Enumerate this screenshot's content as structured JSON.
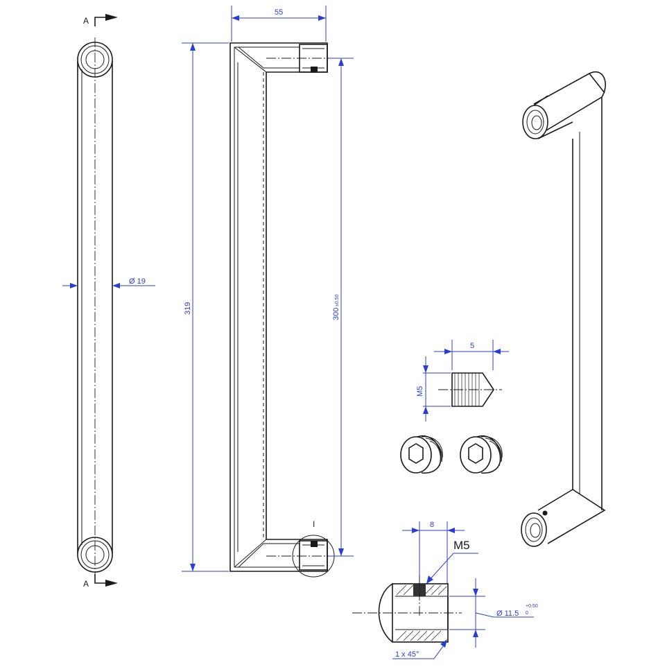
{
  "section": {
    "letter_top": "A",
    "letter_bottom": "A"
  },
  "dimensions": {
    "diameter_tube": "Ø 19",
    "width": "55",
    "overall_length": "319",
    "center_distance": "300",
    "center_tolerance": "±0.50",
    "screw_length": "5",
    "screw_thread": "M5",
    "detail_depth": "8",
    "detail_thread": "M5",
    "bore_diameter": "Ø 11.5",
    "bore_tol_upper": "+0.50",
    "bore_tol_lower": "0",
    "chamfer": "1 x 45°"
  },
  "detail": {
    "marker": "I"
  },
  "colors": {
    "line": "#1a1a1a",
    "dimension": "#2a3cd6",
    "background": "#ffffff"
  }
}
